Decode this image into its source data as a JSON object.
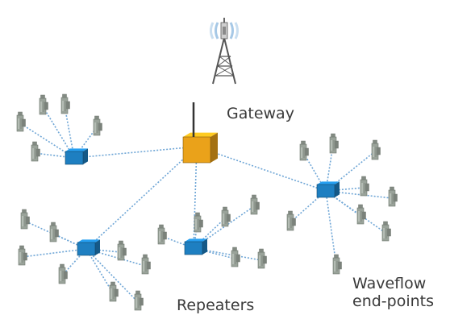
{
  "labels": {
    "gateway": "Gateway",
    "repeaters": "Repeaters",
    "endpoints_line1": "Waveflow",
    "endpoints_line2": "end-points"
  },
  "colors": {
    "link": "#6fa6d6",
    "repeater": "#1e7fc1",
    "gateway": "#eaa21a",
    "endpoint": "#9aa39a",
    "tower": "#555555",
    "signal": "#9cc2e3"
  },
  "icons": {
    "tower": "radio-tower-icon",
    "gateway": "gateway-box-icon",
    "repeater": "repeater-box-icon",
    "endpoint": "water-meter-icon"
  }
}
